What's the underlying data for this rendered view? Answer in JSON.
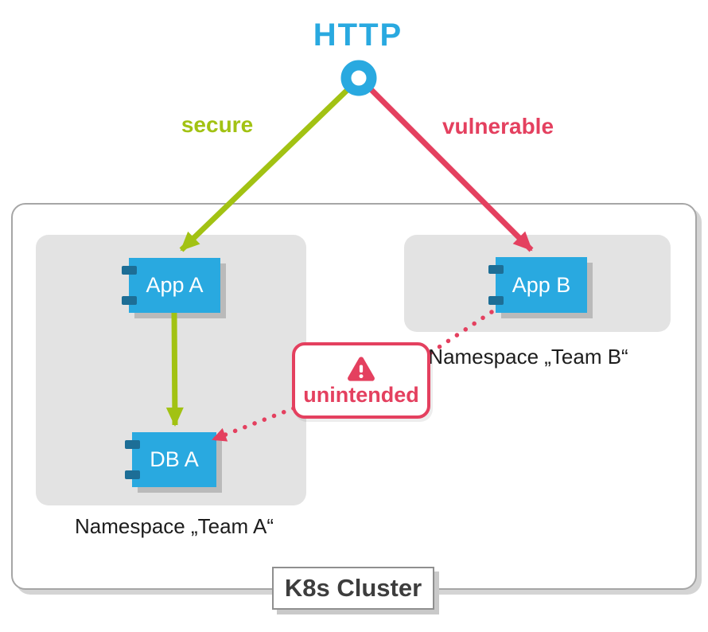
{
  "diagram": {
    "title": "HTTP",
    "cluster_label": "K8s Cluster",
    "edges": {
      "secure_label": "secure",
      "vulnerable_label": "vulnerable",
      "unintended_label": "unintended"
    },
    "nodes": {
      "app_a": "App A",
      "app_b": "App B",
      "db_a": "DB A"
    },
    "namespaces": {
      "team_a": "Namespace „Team A“",
      "team_b": "Namespace „Team B“"
    },
    "icons": {
      "http_endpoint": "circle-node-icon",
      "warning": "warning-triangle-icon"
    },
    "colors": {
      "blue": "#29A9E0",
      "dark_blue": "#1D6E96",
      "green": "#A2C213",
      "red": "#E4405F",
      "namespace_gray": "#E3E3E3",
      "cluster_border_gray": "#A6A6A6"
    }
  }
}
